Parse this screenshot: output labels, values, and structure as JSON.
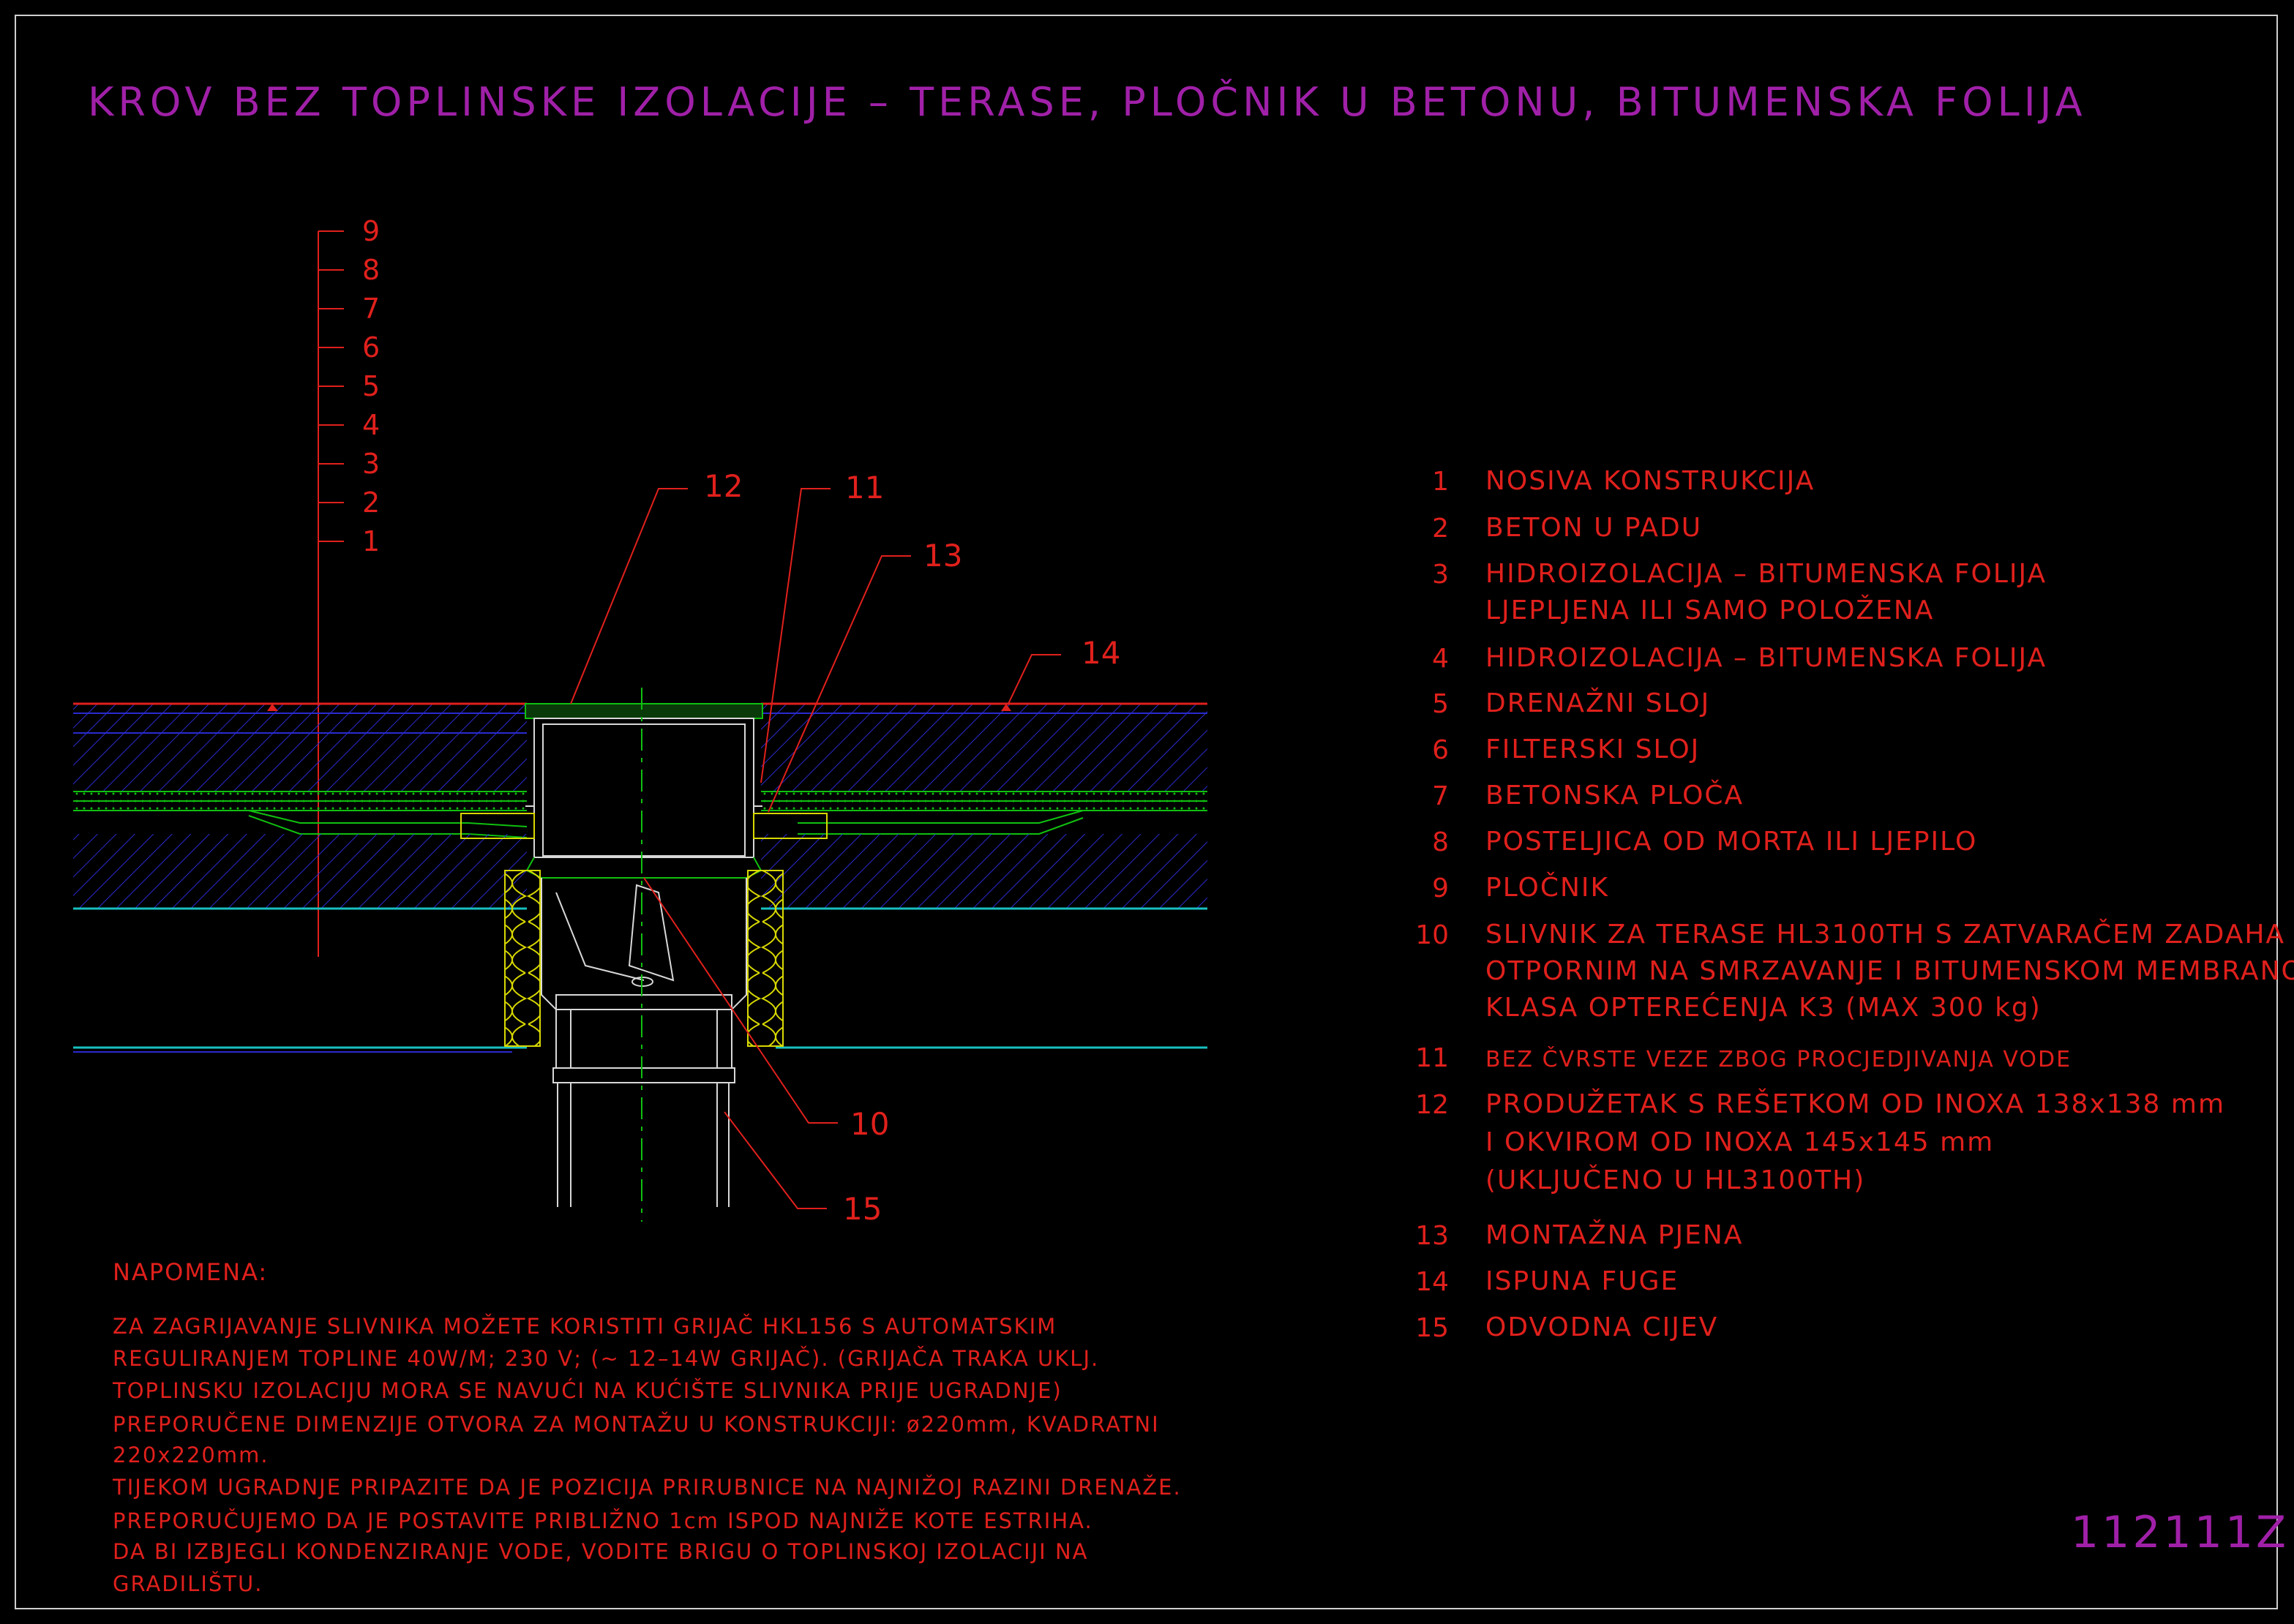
{
  "title": "KROV BEZ TOPLINSKE IZOLACIJE – TERASE, PLOČNIK U BETONU, BITUMENSKA FOLIJA",
  "doc_number": "112111Z",
  "scale_labels": [
    "9",
    "8",
    "7",
    "6",
    "5",
    "4",
    "3",
    "2",
    "1"
  ],
  "callouts": {
    "c12": "12",
    "c11": "11",
    "c13": "13",
    "c14": "14",
    "c10": "10",
    "c15": "15"
  },
  "legend": [
    {
      "num": "1",
      "lines": [
        "NOSIVA KONSTRUKCIJA"
      ]
    },
    {
      "num": "2",
      "lines": [
        "BETON U PADU"
      ]
    },
    {
      "num": "3",
      "lines": [
        "HIDROIZOLACIJA – BITUMENSKA FOLIJA",
        "LJEPLJENA ILI SAMO POLOŽENA"
      ]
    },
    {
      "num": "4",
      "lines": [
        "HIDROIZOLACIJA – BITUMENSKA FOLIJA"
      ]
    },
    {
      "num": "5",
      "lines": [
        "DRENAŽNI SLOJ"
      ]
    },
    {
      "num": "6",
      "lines": [
        "FILTERSKI SLOJ"
      ]
    },
    {
      "num": "7",
      "lines": [
        "BETONSKA PLOČA"
      ]
    },
    {
      "num": "8",
      "lines": [
        "POSTELJICA OD MORTA ILI LJEPILO"
      ]
    },
    {
      "num": "9",
      "lines": [
        "PLOČNIK"
      ]
    },
    {
      "num": "10",
      "lines": [
        "SLIVNIK ZA TERASE HL3100TH S ZATVARAČEM ZADAHA",
        "OTPORNIM NA SMRZAVANJE I BITUMENSKOM MEMBRANOM",
        "KLASA OPTEREĆENJA K3 (MAX 300 kg)"
      ]
    },
    {
      "num": "11",
      "lines": [
        "BEZ ČVRSTE VEZE ZBOG PROCJEDJIVANJA VODE"
      ]
    },
    {
      "num": "12",
      "lines": [
        "PRODUŽETAK S REŠETKOM OD INOXA 138x138 mm",
        "I OKVIROM OD INOXA 145x145 mm",
        "(UKLJUČENO U HL3100TH)"
      ]
    },
    {
      "num": "13",
      "lines": [
        "MONTAŽNA PJENA"
      ]
    },
    {
      "num": "14",
      "lines": [
        "ISPUNA FUGE"
      ]
    },
    {
      "num": "15",
      "lines": [
        "ODVODNA CIJEV"
      ]
    }
  ],
  "note": {
    "title": "NAPOMENA:",
    "lines": [
      "ZA ZAGRIJAVANJE SLIVNIKA MOŽETE KORISTITI GRIJAČ HKL156 S AUTOMATSKIM",
      "REGULIRANJEM TOPLINE 40W/M; 230 V;  (~ 12–14W GRIJAČ). (GRIJAČA TRAKA UKLJ.",
      "TOPLINSKU IZOLACIJU MORA SE NAVUĆI NA KUĆIŠTE SLIVNIKA PRIJE UGRADNJE)",
      "PREPORUČENE DIMENZIJE OTVORA ZA MONTAŽU U KONSTRUKCIJI: ø220mm, KVADRATNI",
      "220x220mm.",
      "TIJEKOM UGRADNJE PRIPAZITE DA JE POZICIJA PRIRUBNICE NA NAJNIŽOJ RAZINI DRENAŽE.",
      "PREPORUČUJEMO DA JE POSTAVITE PRIBLIŽNO 1cm ISPOD NAJNIŽE KOTE ESTRIHA.",
      "DA BI IZBJEGLI KONDENZIRANJE VODE, VODITE BRIGU O TOPLINSKOJ IZOLACIJI NA",
      "GRADILIŠTU."
    ]
  },
  "colors": {
    "title": "#a020a8",
    "text": "#e0201c",
    "layer_blue": "#2a2ad0",
    "layer_green": "#10c010",
    "outline_white": "#d8d8d8",
    "insulation_yellow": "#d8d800",
    "cyan": "#18c0c0"
  }
}
